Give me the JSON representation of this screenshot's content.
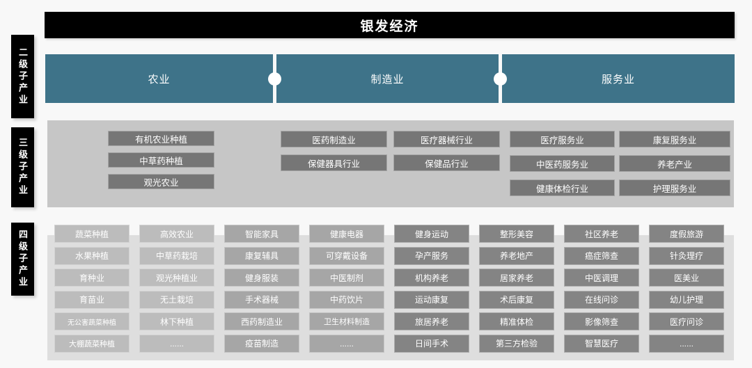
{
  "title": "银发经济",
  "colors": {
    "level2_bar": "#3e7389",
    "title_bar": "#000000",
    "level3_panel": "#c6c6c6",
    "level3_box": "#767676",
    "level4_panel": "#dedede",
    "level4_box_agriculture": "#bcbcbc",
    "level4_box_manufacturing": "#a6a6a6",
    "level4_box_services": "#848484"
  },
  "sidebar": {
    "labels": [
      {
        "label": "二级子产业"
      },
      {
        "label": "三级子产业"
      },
      {
        "label": "四级子产业"
      }
    ]
  },
  "level2": {
    "industries": [
      "农业",
      "制造业",
      "服务业"
    ]
  },
  "level3": {
    "groups": [
      {
        "industry": "农业",
        "items": [
          "有机农业种植",
          "中草药种植",
          "观光农业"
        ]
      },
      {
        "industry": "制造业",
        "items": [
          "医药制造业",
          "医疗器械行业",
          "保健器具行业",
          "保健品行业"
        ]
      },
      {
        "industry": "服务业",
        "items": [
          "医疗服务业",
          "康复服务业",
          "中医药服务业",
          "养老产业",
          "健康体检行业",
          "护理服务业"
        ]
      }
    ]
  },
  "level4": {
    "columns": [
      {
        "industry": "农业",
        "items": [
          "蔬菜种植",
          "水果种植",
          "育种业",
          "育苗业",
          "无公害蔬菜种植",
          "大棚蔬菜种植"
        ]
      },
      {
        "industry": "农业",
        "items": [
          "高效农业",
          "中草药栽培",
          "观光种植业",
          "无土栽培",
          "林下种植",
          "......"
        ]
      },
      {
        "industry": "制造业",
        "items": [
          "智能家具",
          "康复辅具",
          "健身服装",
          "手术器械",
          "西药制造业",
          "疫苗制造"
        ]
      },
      {
        "industry": "制造业",
        "items": [
          "健康电器",
          "可穿戴设备",
          "中医制剂",
          "中药饮片",
          "卫生材料制造",
          "......"
        ]
      },
      {
        "industry": "服务业",
        "items": [
          "健身运动",
          "孕产服务",
          "机构养老",
          "运动康复",
          "旅居养老",
          "日间手术"
        ]
      },
      {
        "industry": "服务业",
        "items": [
          "整形美容",
          "养老地产",
          "居家养老",
          "术后康复",
          "精准体检",
          "第三方检验"
        ]
      },
      {
        "industry": "服务业",
        "items": [
          "社区养老",
          "癌症筛查",
          "中医调理",
          "在线问诊",
          "影像筛查",
          "智慧医疗"
        ]
      },
      {
        "industry": "服务业",
        "items": [
          "度假旅游",
          "针灸理疗",
          "医美业",
          "幼儿护理",
          "医疗问诊",
          "......"
        ]
      }
    ]
  }
}
